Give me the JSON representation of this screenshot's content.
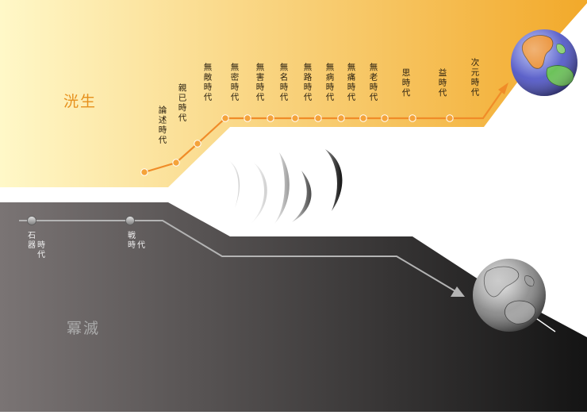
{
  "colors": {
    "upper_band_light": "#fff8c8",
    "upper_band_dark": "#f2a92a",
    "orange_line": "#f08c28",
    "orange_dot": "#f5a33a",
    "lower_band_light": "#7a7474",
    "lower_band_dark": "#141414",
    "gray_line": "#b4b4b4",
    "title_upper": "#e6901c",
    "title_lower": "#aaaaaa"
  },
  "upper": {
    "title": "洸生",
    "stages": [
      "論述時代",
      "親已時代",
      "無敵時代",
      "無密時代",
      "無害時代",
      "無名時代",
      "無路時代",
      "無病時代",
      "無痛時代",
      "無老時代",
      "思時代",
      "益時代",
      "次元時代"
    ]
  },
  "lower": {
    "title": "冪滅",
    "stages": [
      "石器時代",
      "戦時代"
    ]
  },
  "icons": {
    "upper_end": "colored-globe-icon",
    "lower_end": "gray-globe-icon"
  }
}
